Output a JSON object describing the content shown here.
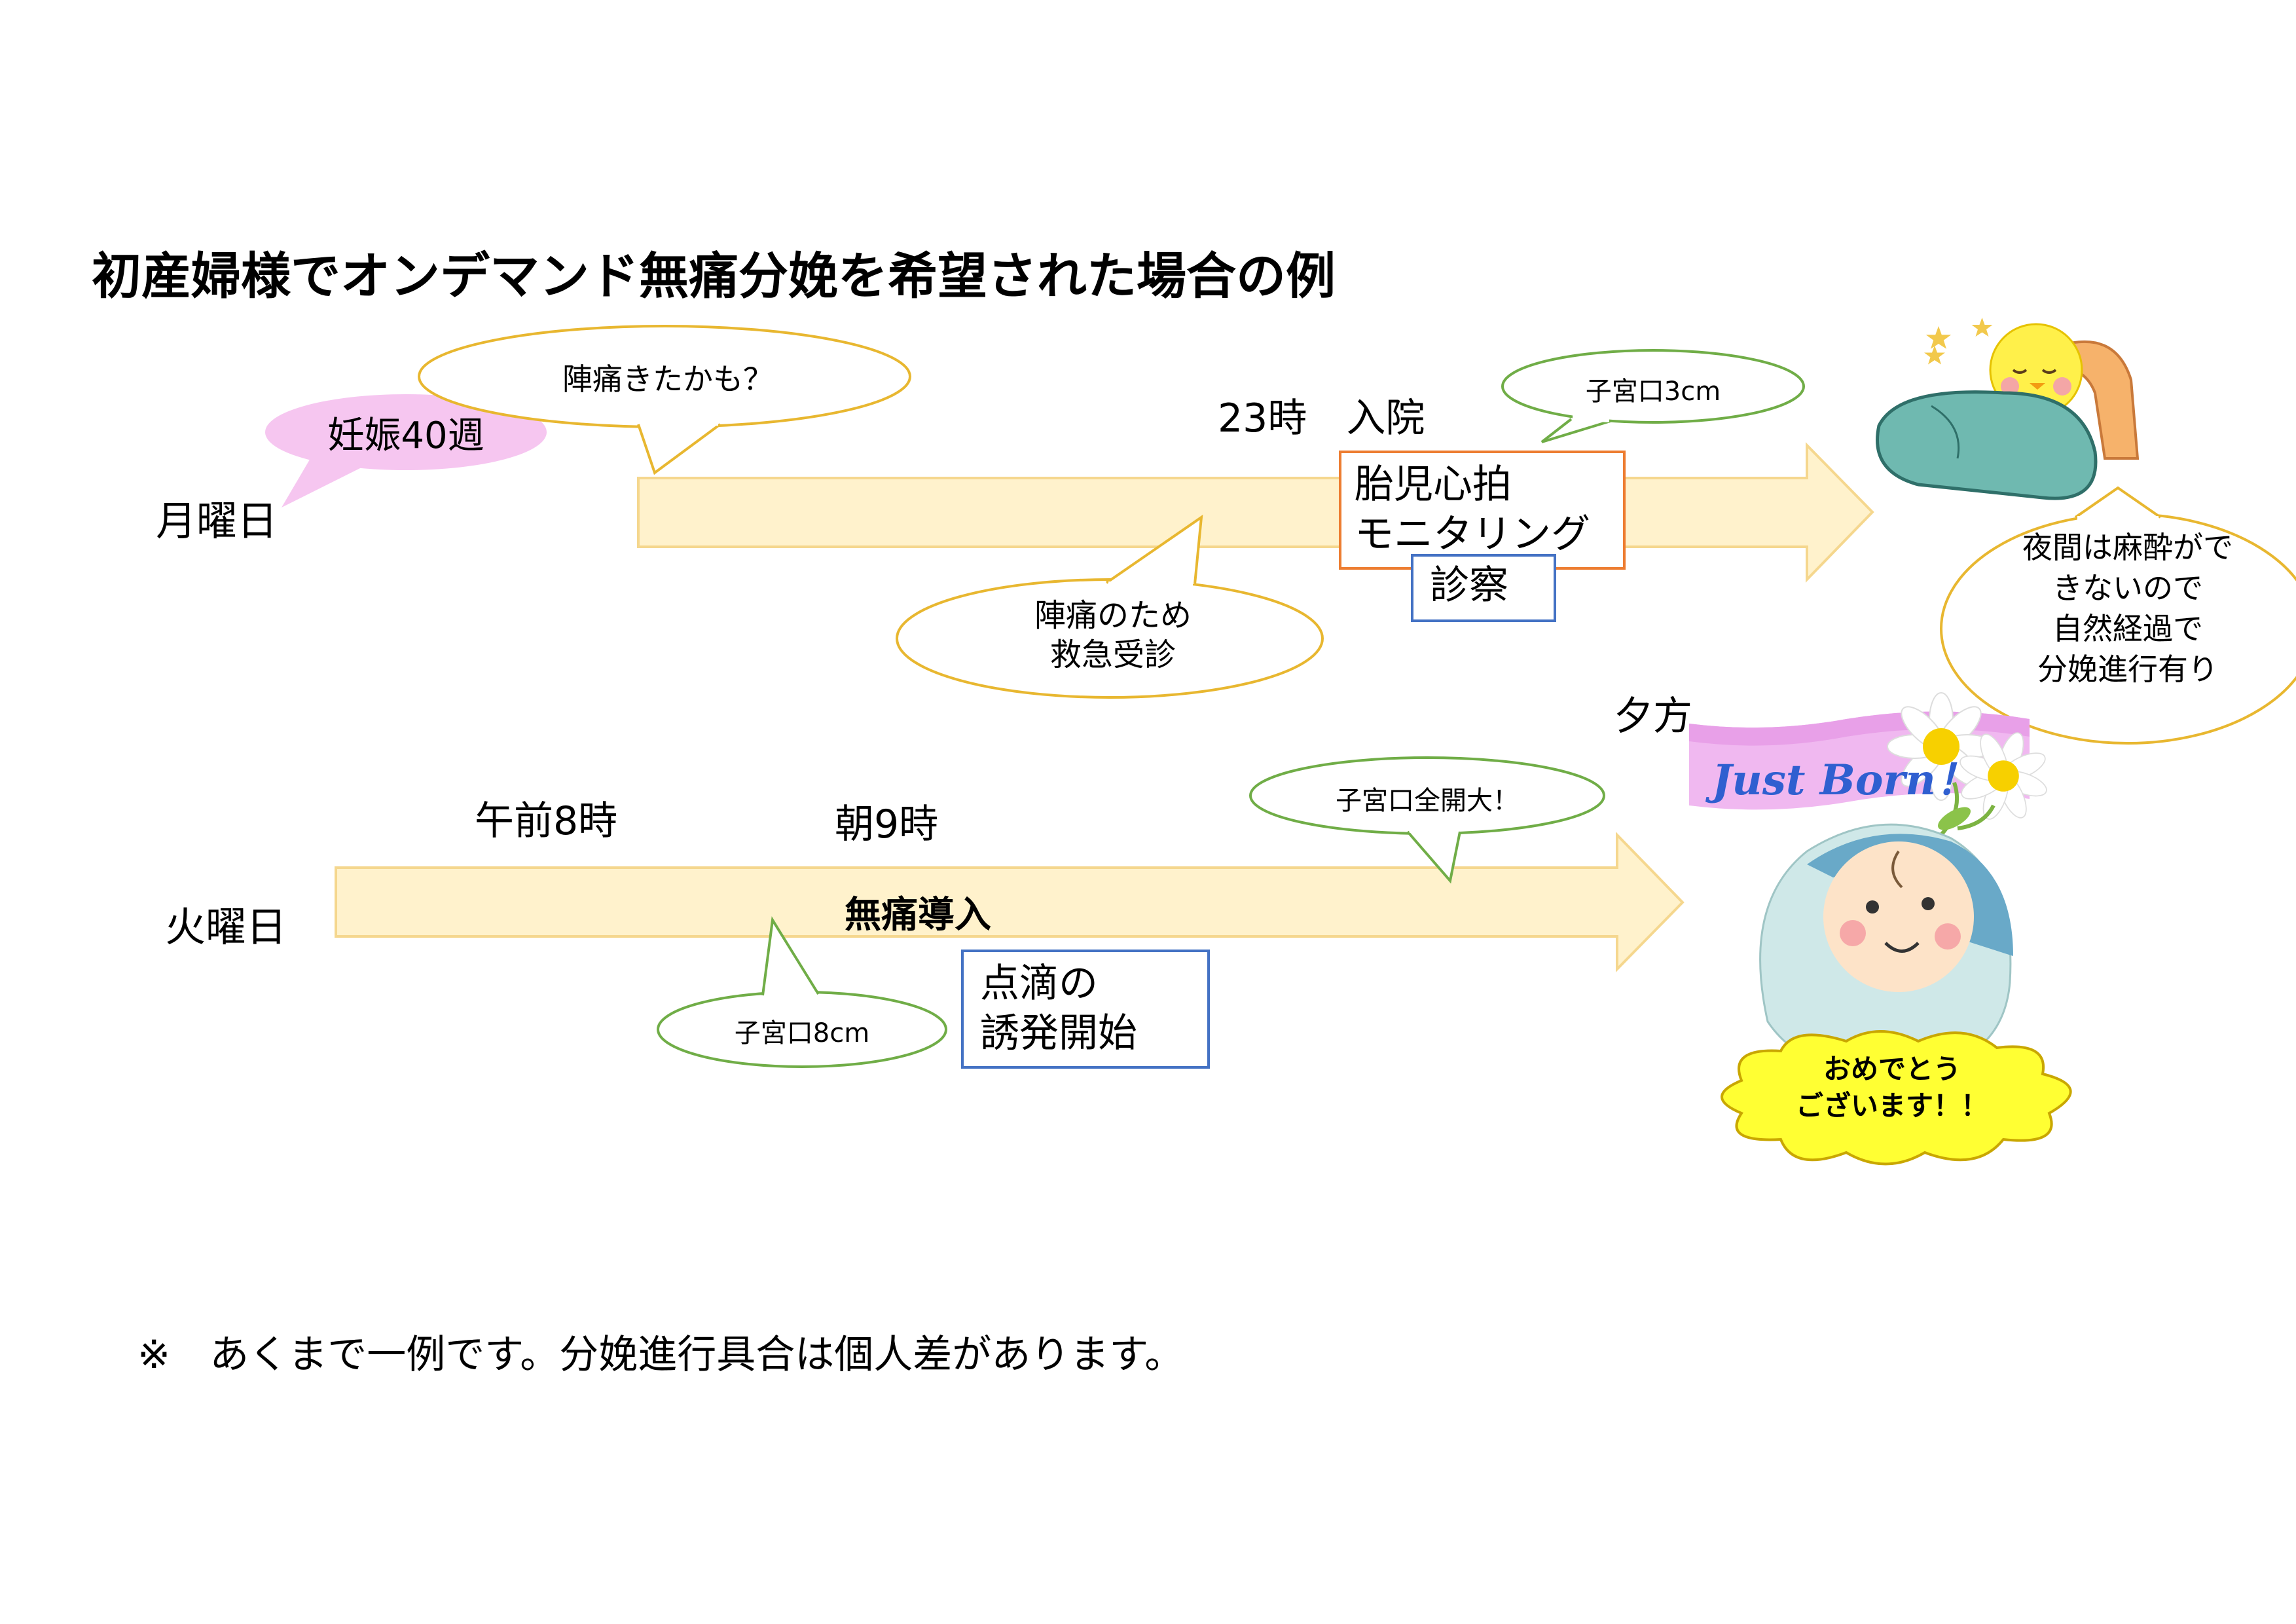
{
  "title": "初産婦様でオンデマンド無痛分娩を希望された場合の例",
  "monday": {
    "day_label": "月曜日",
    "pregnancy_bubble": "妊娠40週",
    "contraction_bubble": "陣痛きたかも？",
    "admission_time": "23時　入院",
    "cervix_bubble": "子宮口3cm",
    "monitoring_box": [
      "胎児心拍",
      "モニタリング"
    ],
    "exam_box": "診察",
    "emergency_bubble": [
      "陣痛のため",
      "救急受診"
    ],
    "night_bubble": [
      "夜間は麻酔がで",
      "きないので",
      "自然経過で",
      "分娩進行有り"
    ]
  },
  "tuesday": {
    "day_label": "火曜日",
    "time_8am": "午前8時",
    "time_9am": "朝9時",
    "epidural_label": "無痛導入",
    "cervix_8_bubble": "子宮口8cm",
    "iv_box": [
      "点滴の",
      "誘発開始"
    ],
    "full_dilation_bubble": "子宮口全開大！",
    "evening_label": "夕方",
    "just_born": "Just Born！",
    "congrats_bubble": [
      "おめでとう",
      "ございます！！"
    ]
  },
  "footnote": "※　あくまで一例です。分娩進行具合は個人差があります。",
  "colors": {
    "arrow_fill": "#fff2cc",
    "arrow_stroke": "#f5d78e",
    "pink_bubble": "#f6c6f0",
    "yellow_outline": "#e8b730",
    "green_outline": "#70ad47",
    "orange_box": "#ed7d31",
    "blue_box": "#4472c4",
    "congrats_yellow": "#ffff33"
  }
}
